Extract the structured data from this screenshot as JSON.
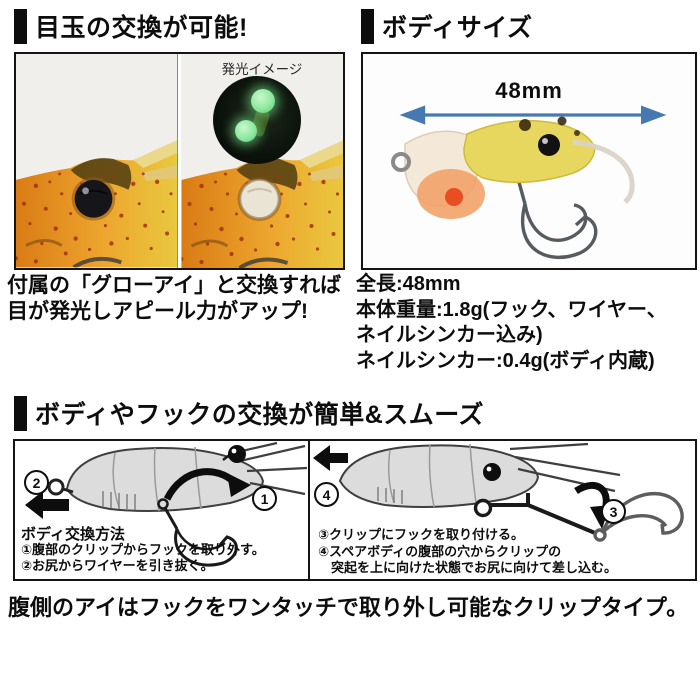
{
  "colors": {
    "accent_black": "#0d0d0d",
    "dimension_arrow_blue": "#4679b2",
    "glow_green": "#8ee9a1",
    "shrimp_amber": "#e08a1e",
    "lure_yellow": "#e7d75f",
    "diagram_gray": "#dcdcdc"
  },
  "icons": {
    "dimension_arrow": "↔",
    "pull_arrow": "←",
    "rotate_arrow": "⟳"
  },
  "sections": {
    "eye_swap": {
      "title": "目玉の交換が可能!",
      "glow_label": "発光イメージ",
      "caption": [
        "付属の「グローアイ」と交換すれば",
        "目が発光しアピール力がアップ!"
      ]
    },
    "body_size": {
      "title": "ボディサイズ",
      "length_label": "48mm",
      "specs": [
        "全長:48mm",
        "本体重量:1.8g(フック、ワイヤー、",
        "ネイルシンカー込み)",
        "ネイルシンカー:0.4g(ボディ内蔵)"
      ]
    },
    "swap_guide": {
      "title": "ボディやフックの交換が簡単&スムーズ",
      "left_panel": {
        "method_title": "ボディ交換方法",
        "step1": "①腹部のクリップからフックを取り外す。",
        "step2": "②お尻からワイヤーを引き抜く。",
        "callout_wire": "2",
        "callout_hook": "1"
      },
      "right_panel": {
        "step3": "③クリップにフックを取り付ける。",
        "step4_line1": "④スペアボディの腹部の穴からクリップの",
        "step4_line2": "突起を上に向けた状態でお尻に向けて差し込む。",
        "callout_body": "4",
        "callout_clip": "3"
      }
    },
    "footer_note": "腹側のアイはフックをワンタッチで取り外し可能なクリップタイプ。"
  }
}
